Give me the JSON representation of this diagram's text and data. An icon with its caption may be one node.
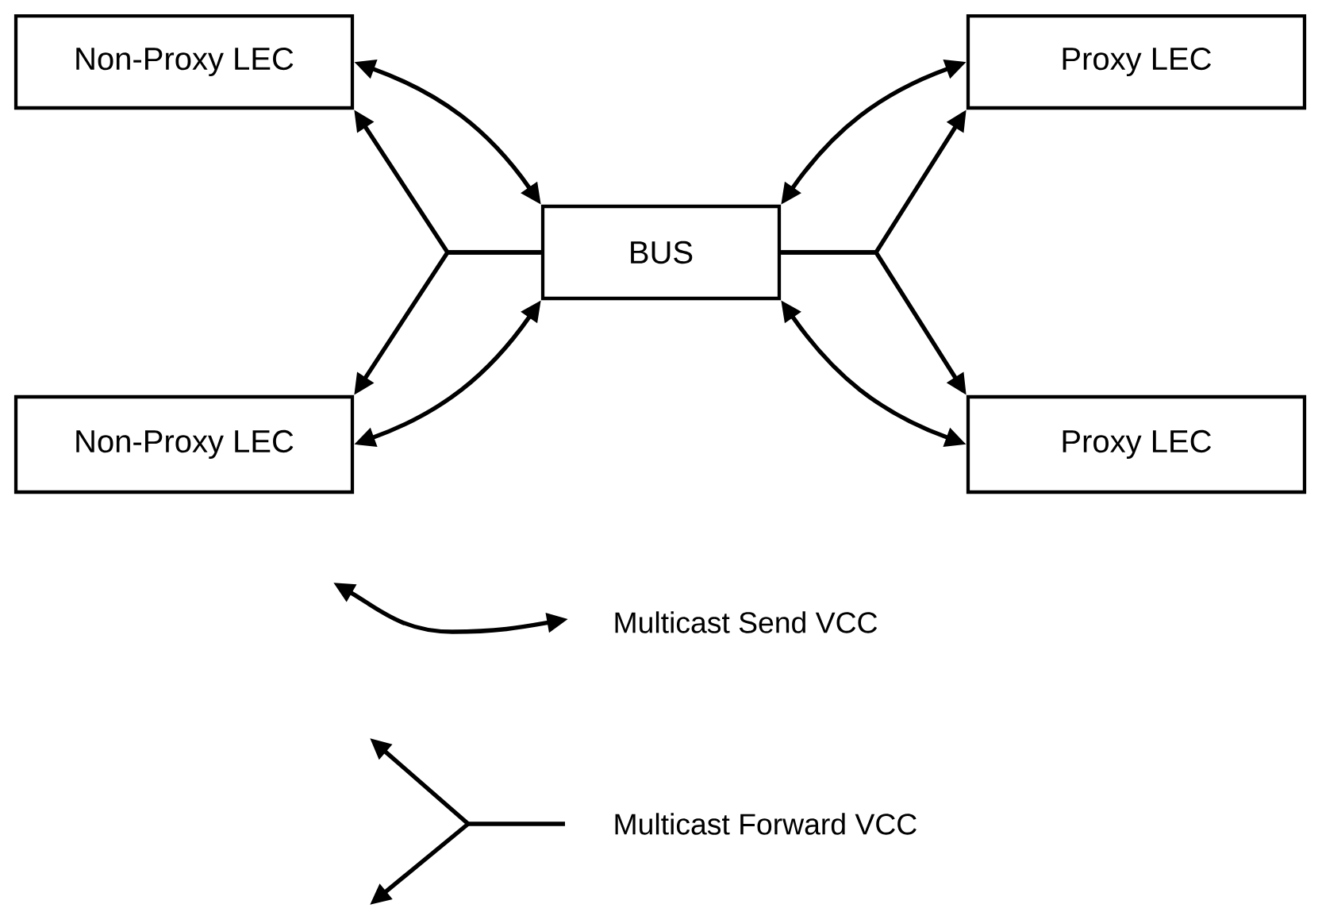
{
  "diagram": {
    "nodes": [
      {
        "text": [
          "Non-Proxy LEC"
        ]
      },
      {
        "text": [
          "Proxy LEC"
        ]
      },
      {
        "text": [
          "BUS"
        ]
      },
      {
        "text": [
          "Non-Proxy LEC"
        ]
      },
      {
        "text": [
          "Proxy LEC"
        ]
      }
    ],
    "edges": [
      {
        "from": 0,
        "to": 2,
        "arrow": "both"
      },
      {
        "from": 3,
        "to": 2,
        "arrow": "both"
      },
      {
        "from": 1,
        "to": 2,
        "arrow": "both"
      },
      {
        "from": 4,
        "to": 2,
        "arrow": "both"
      },
      {
        "from": 2,
        "to": 0,
        "arrow": "to"
      },
      {
        "from": 2,
        "to": 3,
        "arrow": "to"
      },
      {
        "from": 2,
        "to": 1,
        "arrow": "to"
      },
      {
        "from": 2,
        "to": 4,
        "arrow": "to"
      }
    ],
    "legend": [
      {
        "text": "Multicast Send VCC"
      },
      {
        "text": "Multicast Forward  VCC"
      }
    ]
  }
}
